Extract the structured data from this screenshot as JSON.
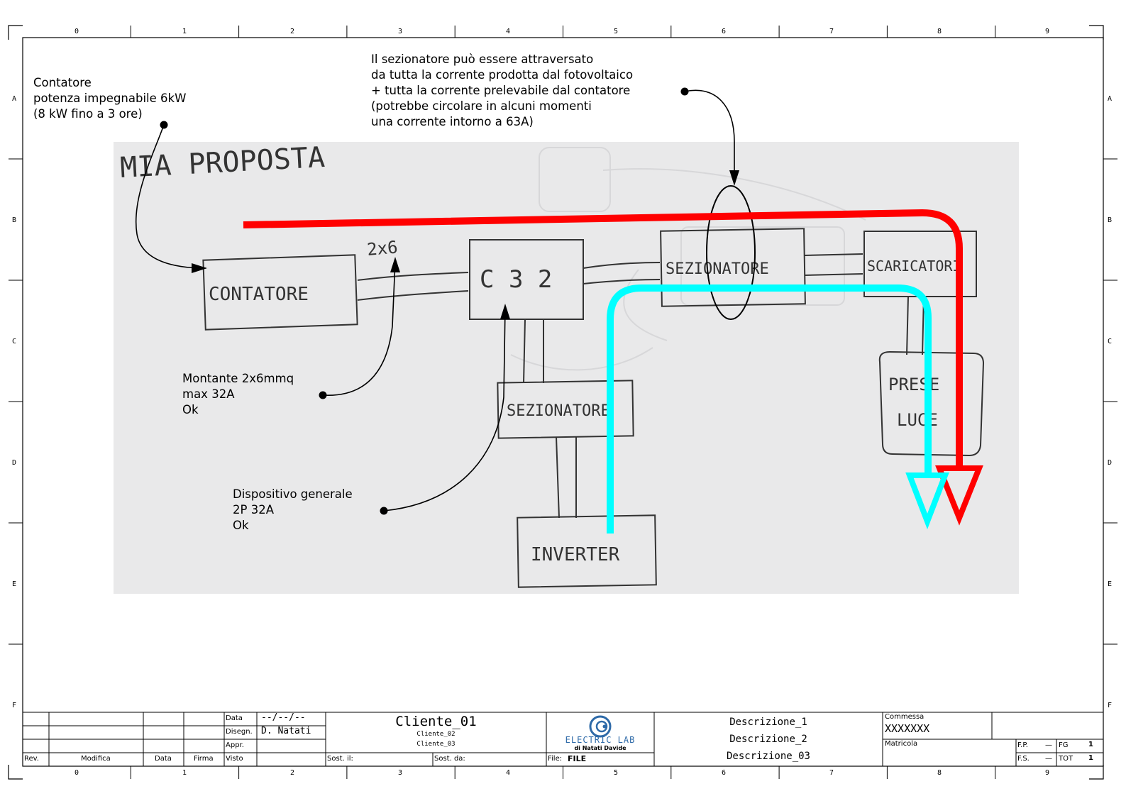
{
  "frame": {
    "columns": [
      "0",
      "1",
      "2",
      "3",
      "4",
      "5",
      "6",
      "7",
      "8",
      "9"
    ],
    "rows": [
      "A",
      "B",
      "C",
      "D",
      "E",
      "F"
    ]
  },
  "annotations": {
    "contatore_note": [
      "Contatore",
      "potenza impegnabile 6kW",
      "(8 kW fino a 3 ore)"
    ],
    "sezionatore_note": [
      "Il sezionatore può essere attraversato",
      "da tutta la corrente prodotta dal fotovoltaico",
      "+ tutta la corrente prelevabile dal contatore",
      "(potrebbe circolare in alcuni momenti",
      "una corrente intorno a 63A)"
    ],
    "montante_note": [
      "Montante 2x6mmq",
      "max 32A",
      "Ok"
    ],
    "dispositivo_note": [
      "Dispositivo generale",
      "2P 32A",
      "Ok"
    ]
  },
  "sketch": {
    "title": "MIA PROPOSTA",
    "wire_label": "2x6",
    "blocks": {
      "contatore": "CONTATORE",
      "c32": "C 3 2",
      "sezionatore_top": "SEZIONATORE",
      "scaricatori": "SCARICATORI",
      "prese_luce": [
        "PRESE",
        "LUCE"
      ],
      "sezionatore_bottom": "SEZIONATORE",
      "inverter": "INVERTER"
    },
    "colors": {
      "red_flow": "#ff0000",
      "cyan_flow": "#00ffff",
      "paper": "#e9e9ea",
      "ink": "#333333"
    }
  },
  "title_block": {
    "rev_headers": {
      "rev": "Rev.",
      "modifica": "Modifica",
      "data": "Data",
      "firma": "Firma"
    },
    "meta_labels": {
      "data": "Data",
      "disegn": "Disegn.",
      "appr": "Appr.",
      "visto": "Visto"
    },
    "data_value": "--/--/--",
    "disegn_value": "D. Natati",
    "sost_il_label": "Sost. il:",
    "sost_da_label": "Sost. da:",
    "client_main": "Cliente_01",
    "client_2": "Cliente_02",
    "client_3": "Cliente_03",
    "logo_line1": "ELECTRIC LAB",
    "logo_line2": "di Natati Davide",
    "file_label": "File:",
    "file_value": "FILE",
    "descrizioni": [
      "Descrizione_1",
      "Descrizione_2",
      "Descrizione_03"
    ],
    "commessa_label": "Commessa",
    "commessa_value": "XXXXXXX",
    "matricola_label": "Matricola",
    "fp_label": "F.P.",
    "fp_value": "—",
    "fg_label": "FG",
    "fg_value": "1",
    "fs_label": "F.S.",
    "fs_value": "—",
    "tot_label": "TOT",
    "tot_value": "1"
  }
}
